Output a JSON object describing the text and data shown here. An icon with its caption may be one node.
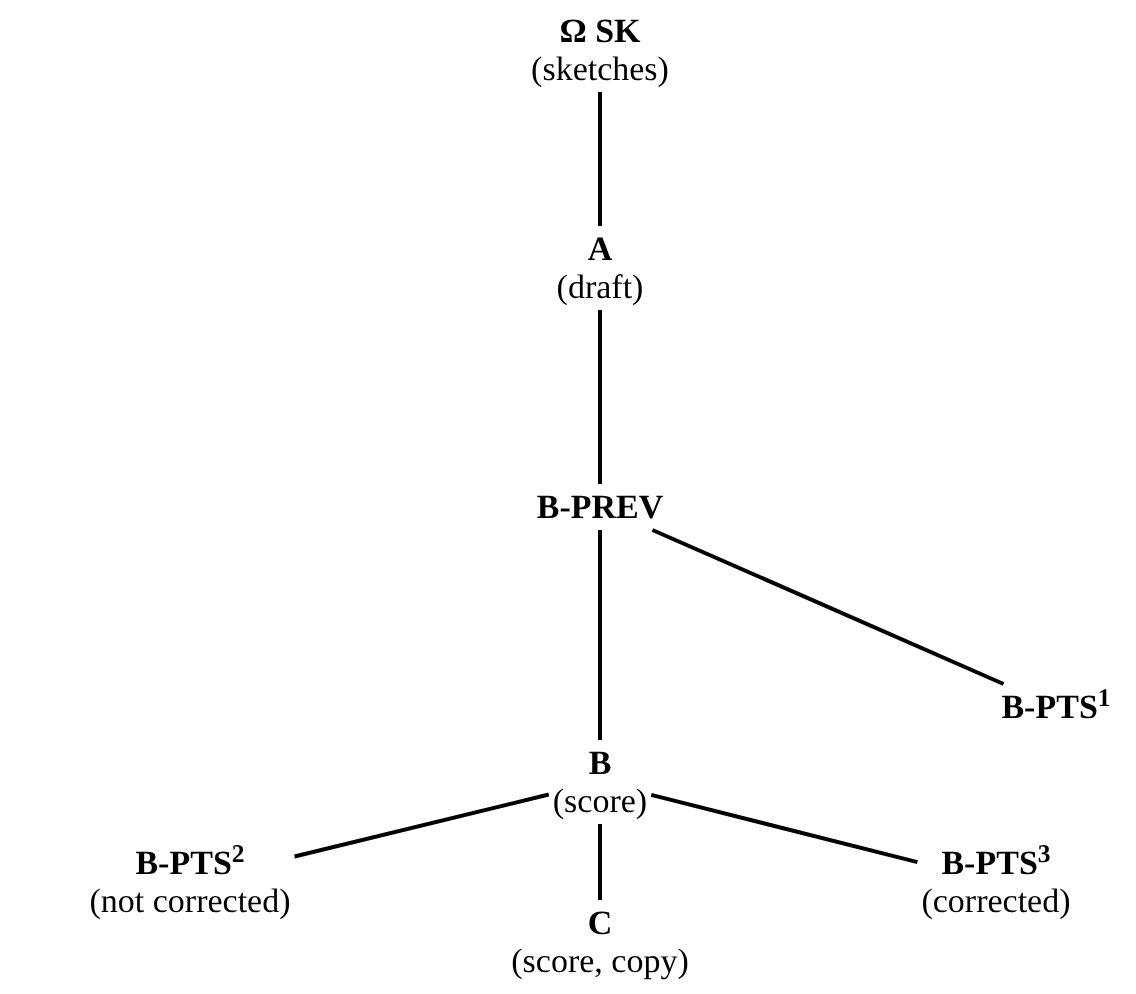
{
  "diagram": {
    "nodes": [
      {
        "text": [
          "Ω SK",
          "(sketches)"
        ]
      },
      {
        "text": [
          "A",
          "(draft)"
        ]
      },
      {
        "text": [
          "B-PREV"
        ]
      },
      {
        "text": [
          "B-PTS$^{1}$"
        ]
      },
      {
        "text": [
          "B",
          "(score)"
        ]
      },
      {
        "text": [
          "B-PTS$^{2}$",
          "(not corrected)"
        ]
      },
      {
        "text": [
          "B-PTS$^{3}$",
          "(corrected)"
        ]
      },
      {
        "text": [
          "C",
          "(score, copy)"
        ]
      }
    ],
    "edges": [
      {
        "from": 0,
        "to": 1,
        "arrow": "none"
      },
      {
        "from": 1,
        "to": 2,
        "arrow": "none"
      },
      {
        "from": 2,
        "to": 3,
        "arrow": "none"
      },
      {
        "from": 2,
        "to": 4,
        "arrow": "none"
      },
      {
        "from": 4,
        "to": 5,
        "arrow": "none"
      },
      {
        "from": 4,
        "to": 6,
        "arrow": "none"
      },
      {
        "from": 4,
        "to": 7,
        "arrow": "none"
      }
    ]
  }
}
